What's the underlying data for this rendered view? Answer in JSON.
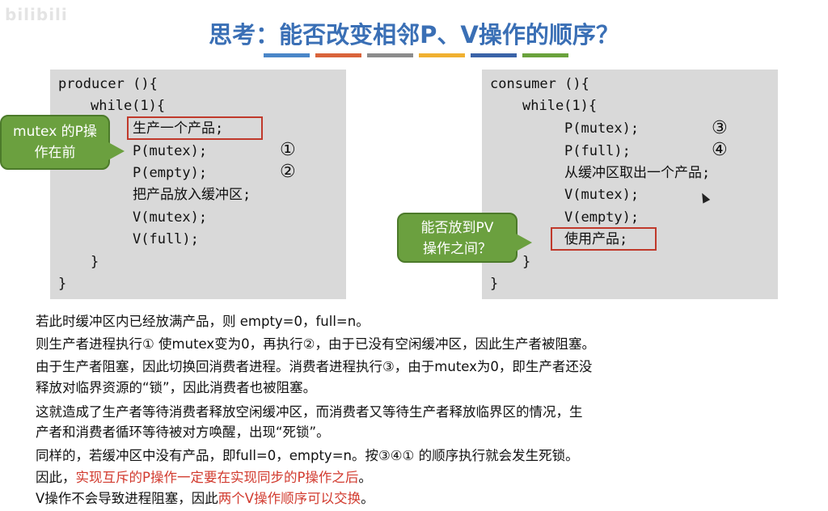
{
  "watermark": "bilibili",
  "title": "思考：能否改变相邻P、V操作的顺序？",
  "title_color": "#3a6fb5",
  "strip_colors": [
    "#4a86c8",
    "#d9633a",
    "#8c8c8c",
    "#f0b030",
    "#3a63a8",
    "#6aa23c"
  ],
  "producer": {
    "lines": [
      "producer (){",
      "while(1){",
      "生产一个产品;",
      "P(mutex);",
      "P(empty);",
      "把产品放入缓冲区;",
      "V(mutex);",
      "V(full);",
      "}",
      "}"
    ],
    "marks": [
      "①",
      "②"
    ]
  },
  "consumer": {
    "lines": [
      "consumer (){",
      "while(1){",
      "P(mutex);",
      "P(full);",
      "从缓冲区取出一个产品;",
      "V(mutex);",
      "V(empty);",
      "使用产品;",
      "}",
      "}"
    ],
    "marks": [
      "③",
      "④"
    ]
  },
  "callout_left": [
    "mutex 的P操",
    "作在前"
  ],
  "callout_right": [
    "能否放到PV",
    "操作之间？"
  ],
  "paragraphs": {
    "p1": "若此时缓冲区内已经放满产品，则 empty=0，full=n。",
    "p2": "则生产者进程执行① 使mutex变为0，再执行②，由于已没有空闲缓冲区，因此生产者被阻塞。",
    "p3a": "由于生产者阻塞，因此切换回消费者进程。消费者进程执行③，由于mutex为0，即生产者还没",
    "p3b": "释放对临界资源的“锁”，因此消费者也被阻塞。",
    "p4a": "这就造成了生产者等待消费者释放空闲缓冲区，而消费者又等待生产者释放临界区的情况，生",
    "p4b": "产者和消费者循环等待被对方唤醒，出现“死锁”。",
    "p5": "同样的，若缓冲区中没有产品，即full=0，empty=n。按③④① 的顺序执行就会发生死锁。",
    "p6_pre": "因此，",
    "p6_red": "实现互斥的P操作一定要在实现同步的P操作之后",
    "p6_post": "。",
    "p7_pre": "V操作不会导致进程阻塞，因此",
    "p7_red": "两个V操作顺序可以交换",
    "p7_post": "。"
  },
  "accent_red": "#d23b2f",
  "callout_color": "#6ba03f"
}
